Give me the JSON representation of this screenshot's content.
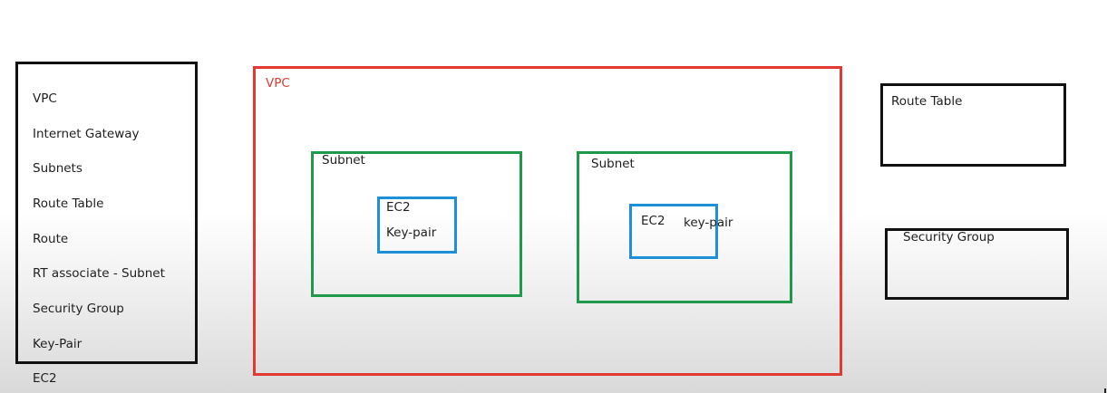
{
  "checklist": {
    "items": [
      "VPC",
      "Internet Gateway",
      "Subnets",
      "Route Table",
      "Route",
      "RT associate - Subnet",
      "Security Group",
      "Key-Pair",
      "EC2"
    ]
  },
  "diagram": {
    "vpc": {
      "label": "VPC",
      "color": "#e03a32"
    },
    "subnets": [
      {
        "label": "Subnet",
        "color": "#1f9a4a",
        "ec2": {
          "title": "EC2",
          "key_label": "Key-pair",
          "color": "#1e90d8"
        }
      },
      {
        "label": "Subnet",
        "color": "#1f9a4a",
        "ec2": {
          "title": "EC2",
          "key_label": "key-pair",
          "color": "#1e90d8"
        }
      }
    ]
  },
  "right_panel": {
    "route_table": {
      "label": "Route Table"
    },
    "security_group": {
      "label": "Security Group"
    }
  },
  "colors": {
    "vpc_red": "#e03a32",
    "subnet_green": "#1f9a4a",
    "ec2_blue": "#1e90d8",
    "box_black": "#111111"
  }
}
